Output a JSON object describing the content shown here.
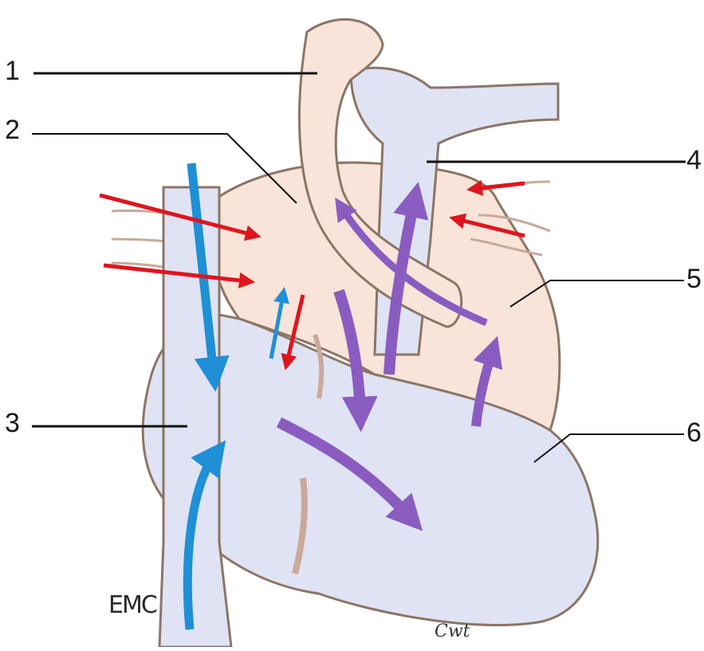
{
  "labels": {
    "l1": "1",
    "l2": "2",
    "l3": "3",
    "l4": "4",
    "l5": "5",
    "l6": "6"
  },
  "watermark": "EMC",
  "signature": "Cwt",
  "colors": {
    "venous_blue": "#1f8fd6",
    "arterial_red": "#e0141e",
    "mixed_purple": "#8a5cc0",
    "right_heart_fill": "#dfe3f3",
    "left_heart_fill": "#f8e4d8",
    "outline": "#8b7565",
    "leader_line": "#111111"
  }
}
